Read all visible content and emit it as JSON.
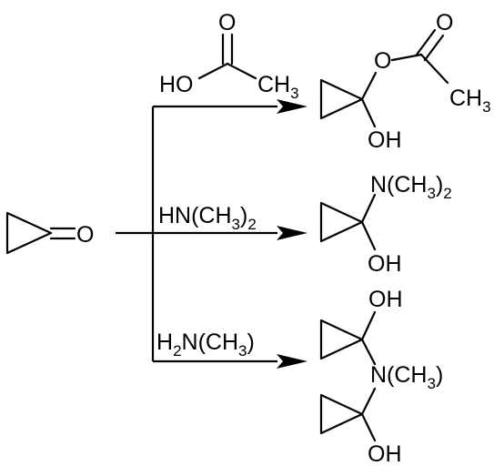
{
  "starting_material": {
    "label_O": "O"
  },
  "reagents": {
    "acetic_acid": {
      "label_HO": "HO",
      "label_O": "O",
      "label_CH": "CH",
      "label_sub": "3"
    },
    "dimethylamine": {
      "label_pre": "HN(CH",
      "label_sub1": "3",
      "label_mid": ")",
      "label_sub2": "2"
    },
    "methylamine": {
      "label_H": "H",
      "label_sub1": "2",
      "label_mid": "N(CH",
      "label_sub2": "3",
      "label_end": ")"
    }
  },
  "products": {
    "acetate_product": {
      "label_O_ester": "O",
      "label_O_carbonyl": "O",
      "label_CH": "CH",
      "label_sub": "3",
      "label_OH": "OH"
    },
    "amine_product": {
      "label_pre": "N(CH",
      "label_sub1": "3",
      "label_mid": ")",
      "label_sub2": "2",
      "label_OH": "OH"
    },
    "bis_product": {
      "label_OH_top": "OH",
      "label_N": "N(CH",
      "label_sub": "3",
      "label_end": ")",
      "label_OH_bottom": "OH"
    }
  }
}
